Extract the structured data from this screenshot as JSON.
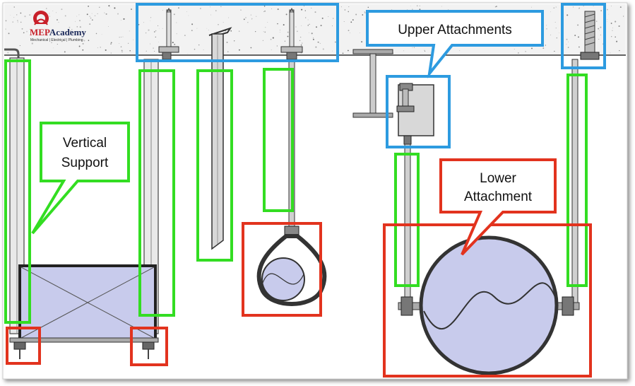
{
  "logo": {
    "name_part1": "MEP",
    "name_part2": "Academy",
    "tagline": "Mechanical | Electrical | Plumbing"
  },
  "callouts": {
    "vertical_support": {
      "line1": "Vertical",
      "line2": "Support"
    },
    "upper_attachments": "Upper Attachments",
    "lower_attachment": {
      "line1": "Lower",
      "line2": "Attachment"
    }
  },
  "colors": {
    "green": "#33dd22",
    "blue": "#2d9be0",
    "red": "#e2331e",
    "pipe_fill": "#c8cbec",
    "concrete": "#f2f2f2",
    "steel": "#7a7a7a",
    "logo_red": "#c8202a",
    "logo_navy": "#1c2a5a"
  }
}
